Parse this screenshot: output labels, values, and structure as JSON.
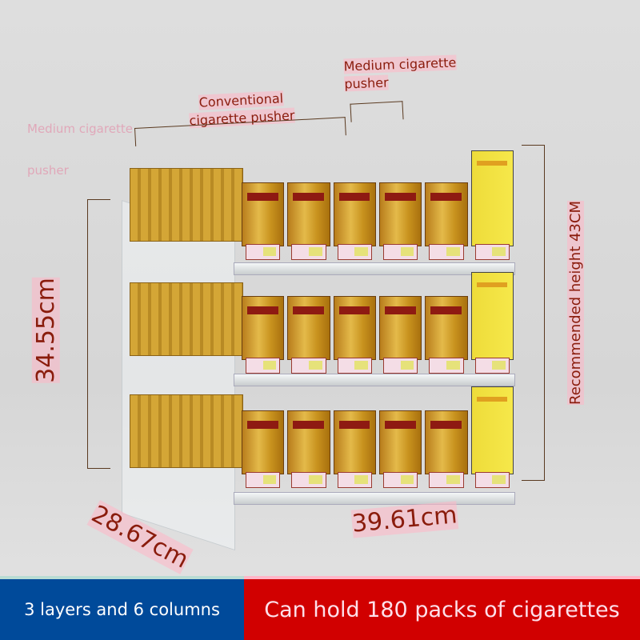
{
  "annotations": {
    "conventional_pusher": [
      "Conventional",
      "cigarette pusher"
    ],
    "medium_pusher": [
      "Medium cigarette",
      "pusher"
    ],
    "ghost_label": [
      "Medium cigarette",
      "pusher"
    ],
    "height_dimension": "34.55cm",
    "depth_dimension": "28.67cm",
    "width_dimension": "39.61cm",
    "recommended_height": "Recommended height 43CM"
  },
  "product": {
    "tiers": 3,
    "columns": 6,
    "pack_brand_color": "#d4a636",
    "medium_pack_color": "#eedc3a"
  },
  "footer": {
    "left_label": "3 layers and 6 columns",
    "right_label": "Can hold 180 packs of cigarettes",
    "left_color": "#004a9a",
    "right_color": "#d10000"
  }
}
